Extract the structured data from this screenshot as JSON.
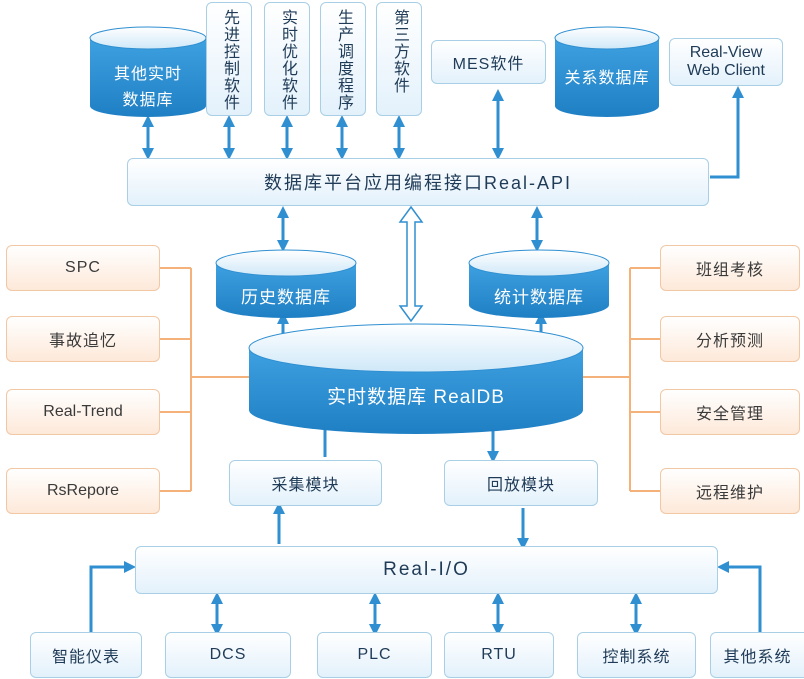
{
  "top": {
    "other_db": [
      "其他实时",
      "数据库"
    ],
    "advanced_control": "先进控制软件",
    "realtime_opt": "实时优化软件",
    "production_sched": "生产调度程序",
    "third_party": "第三方软件",
    "mes": "MES软件",
    "relational_db": "关系数据库",
    "web_client": [
      "Real-View",
      "Web Client"
    ]
  },
  "api_bar": "数据库平台应用编程接口Real-API",
  "history_db": "历史数据库",
  "stats_db": "统计数据库",
  "realdb": "实时数据库 RealDB",
  "left_modules": [
    "SPC",
    "事故追忆",
    "Real-Trend",
    "RsRepore"
  ],
  "right_modules": [
    "班组考核",
    "分析预测",
    "安全管理",
    "远程维护"
  ],
  "collect_module": "采集模块",
  "playback_module": "回放模块",
  "io_bar": "Real-I/O",
  "bottom": [
    "智能仪表",
    "DCS",
    "PLC",
    "RTU",
    "控制系统",
    "其他系统"
  ],
  "colors": {
    "accent": "#2f8fd1",
    "orange": "#f4b27a",
    "box_border": "#a9cfe6"
  }
}
